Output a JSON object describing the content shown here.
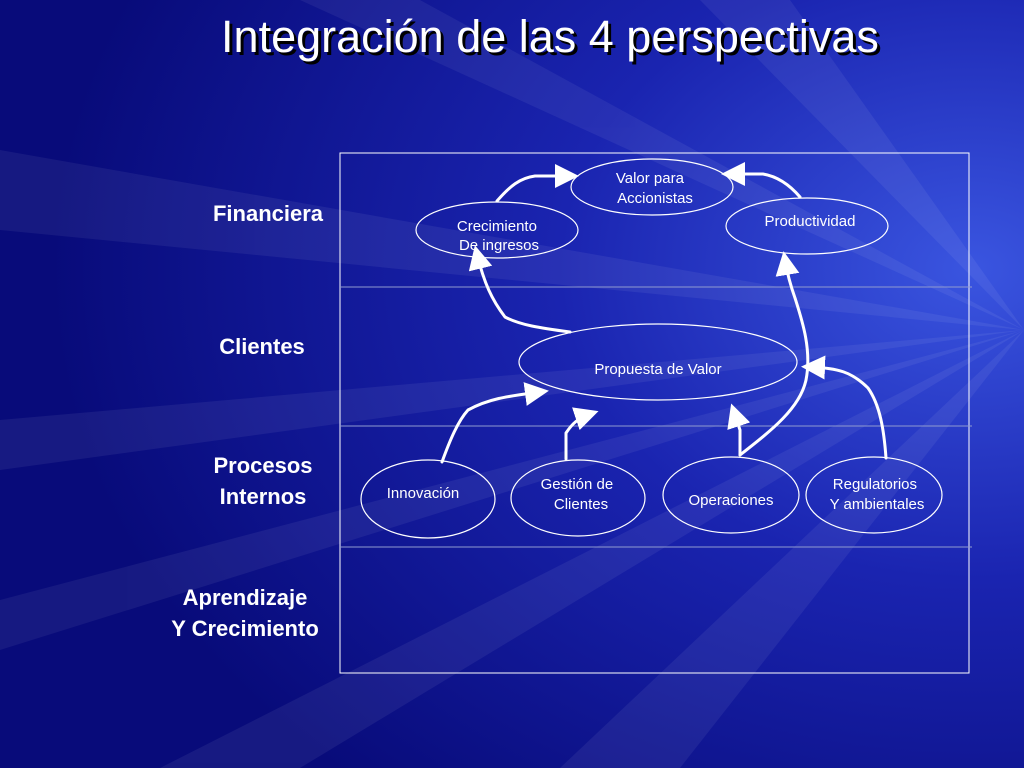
{
  "title": "Integración de las 4 perspectivas",
  "perspectives": {
    "financiera": "Financiera",
    "clientes": "Clientes",
    "procesos": [
      "Procesos",
      "Internos"
    ],
    "aprendizaje": [
      "Aprendizaje",
      "Y Crecimiento"
    ]
  },
  "nodes": {
    "valor_accionistas": [
      "Valor para",
      "Accionistas"
    ],
    "crecimiento_ingresos": [
      "Crecimiento",
      "De ingresos"
    ],
    "productividad": [
      "Productividad"
    ],
    "propuesta_valor": [
      "Propuesta de Valor"
    ],
    "innovacion": [
      "Innovación"
    ],
    "gestion_clientes": [
      "Gestión de",
      "Clientes"
    ],
    "operaciones": [
      "Operaciones"
    ],
    "regulatorios": [
      "Regulatorios",
      "Y ambientales"
    ]
  },
  "colors": {
    "background": "#0b0f86",
    "stroke": "#ffffff",
    "text": "#ffffff"
  }
}
